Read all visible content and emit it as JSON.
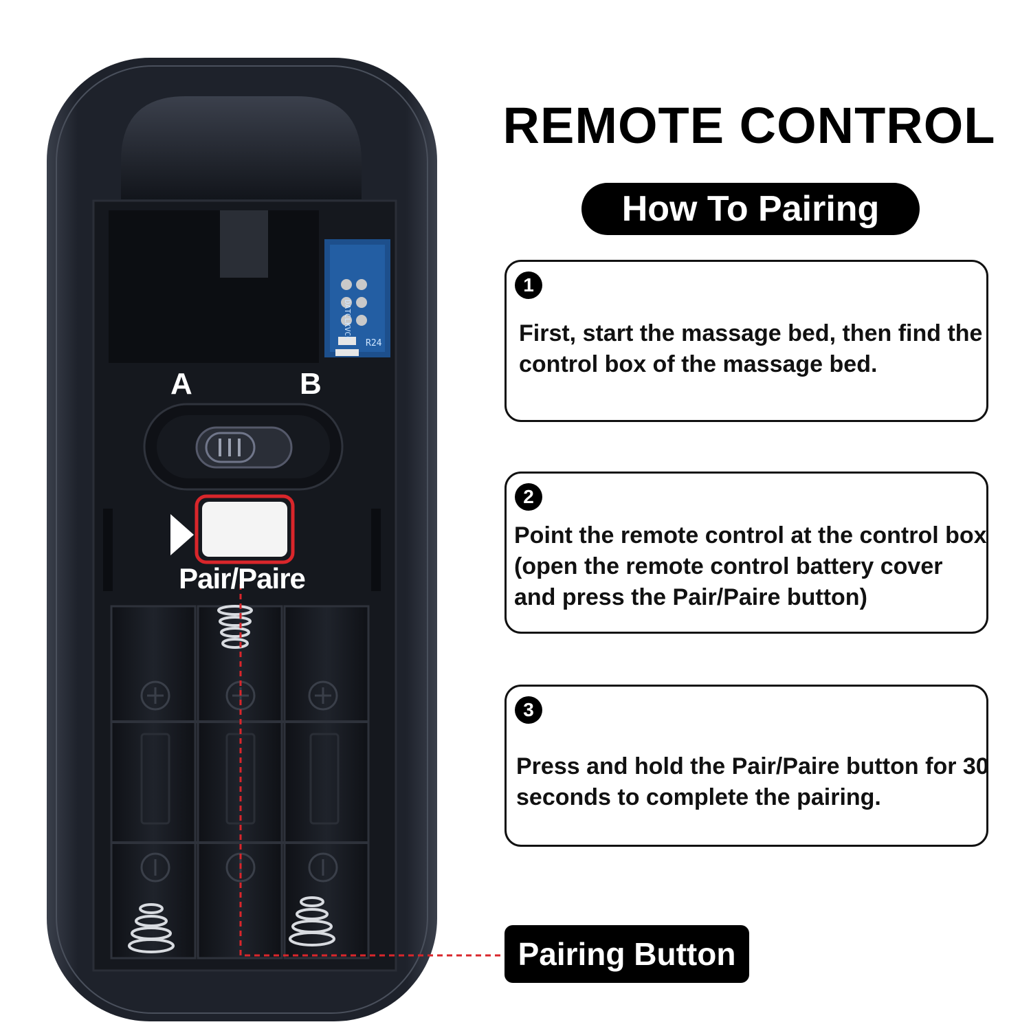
{
  "header": {
    "title": "REMOTE CONTROL",
    "subtitle": "How To Pairing"
  },
  "remote": {
    "switch_label_a": "A",
    "switch_label_b": "B",
    "pair_button_label": "Pair/Paire",
    "pcb_label_pins": "DATCLKVCC",
    "pcb_label_resistor": "R24"
  },
  "steps": [
    {
      "number": "1",
      "text": "First, start the massage bed, then find the control box of the massage bed."
    },
    {
      "number": "2",
      "text": "Point the remote control at the control box (open the remote control battery cover and press the Pair/Paire button)"
    },
    {
      "number": "3",
      "text": "Press and hold the Pair/Paire button for 30 seconds to complete the pairing."
    }
  ],
  "callout": {
    "label": "Pairing Button"
  },
  "colors": {
    "remote_body": "#1c1f27",
    "highlight_red": "#d9262b",
    "text": "#111111",
    "background": "#ffffff"
  }
}
